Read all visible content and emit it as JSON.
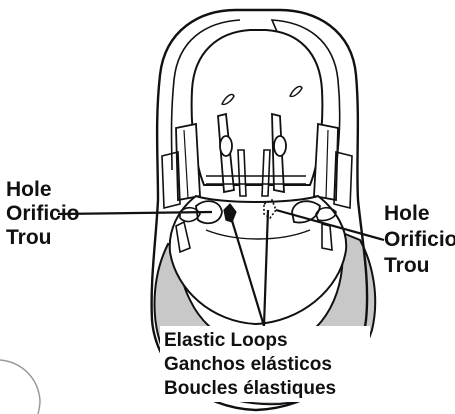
{
  "labels": {
    "left_hole": [
      "Hole",
      "Orificio",
      "Trou"
    ],
    "right_hole": [
      "Hole",
      "Orificio",
      "Trou"
    ],
    "elastic_loops": [
      "Elastic Loops",
      "Ganchos elásticos",
      "Boucles élastiques"
    ]
  },
  "colors": {
    "line": "#111111",
    "base_shading": "#c8c8c8",
    "paper": "#ffffff"
  }
}
